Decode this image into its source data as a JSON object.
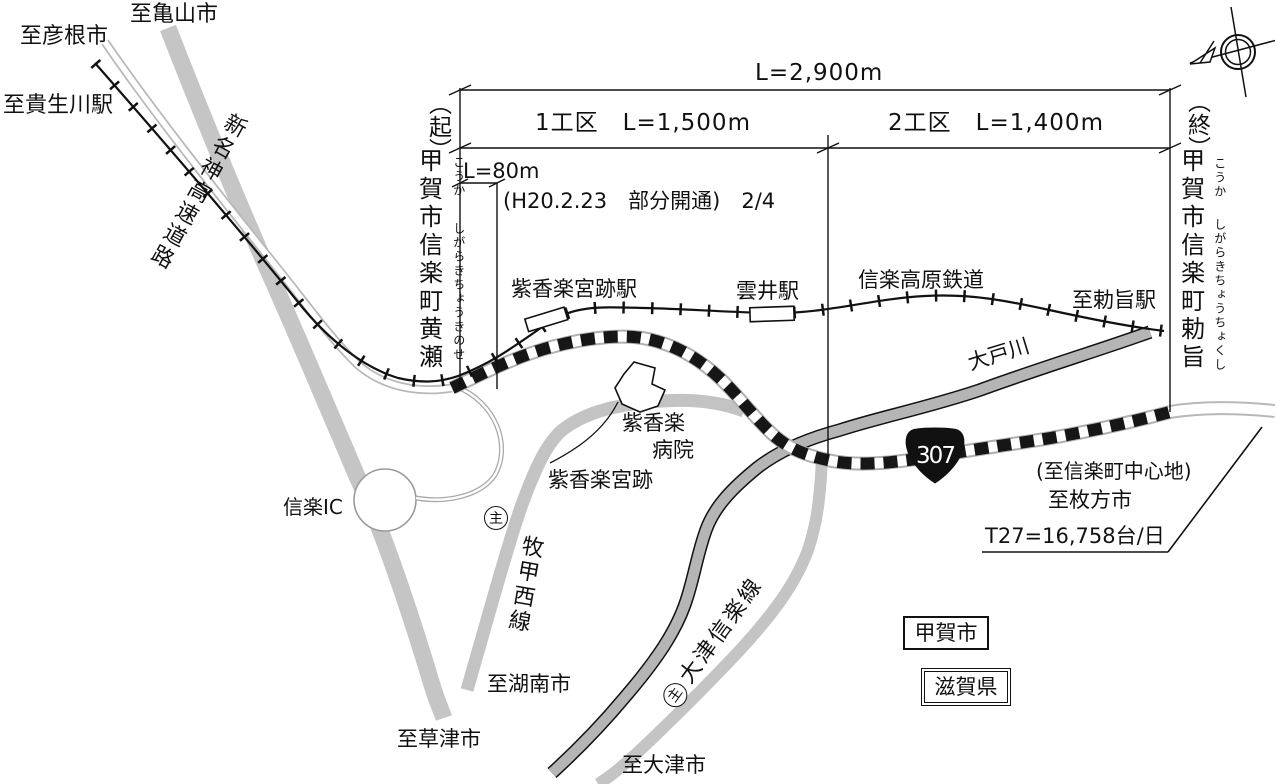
{
  "map": {
    "dimensions": {
      "total": "L=2,900m",
      "section1": "1工区　L=1,500m",
      "section2": "2工区　L=1,400m",
      "partial": "L=80m",
      "partial_note": "(H20.2.23　部分開通)　2/4"
    },
    "endpoints": {
      "start": {
        "marker": "（起）",
        "name": "甲賀市信楽町黄瀬",
        "furigana_city": "こうか",
        "furigana_town": "しがらきちょうきのせ"
      },
      "end": {
        "marker": "（終）",
        "name": "甲賀市信楽町勅旨",
        "furigana_city": "こうか",
        "furigana_town": "しがらきちょうちょくし"
      }
    },
    "railway": {
      "name": "信楽高原鉄道",
      "station_shigarakigushi": "紫香楽宮跡駅",
      "station_kumoi": "雲井駅",
      "to_chokushi": "至勅旨駅",
      "to_kibukawa": "至貴生川駅"
    },
    "roads": {
      "expressway": "新名神高速道路",
      "route_number": "307",
      "ic": "信楽IC",
      "makikosei_prefix": "主",
      "makikosei": "牧甲西線",
      "otsushigaraki_prefix": "主",
      "otsushigaraki": "大津信楽線"
    },
    "destinations": {
      "hikone": "至彦根市",
      "kameyama": "至亀山市",
      "kusatsu": "至草津市",
      "konan": "至湖南市",
      "otsu": "至大津市",
      "hirakata": "至枚方市",
      "shigaraki_center": "(至信楽町中心地)"
    },
    "river": {
      "name": "大戸川"
    },
    "facilities": {
      "hospital_line1": "紫香楽",
      "hospital_line2": "病院",
      "ruins": "紫香楽宮跡"
    },
    "admin": {
      "city": "甲賀市",
      "prefecture": "滋賀県"
    },
    "traffic": {
      "volume": "T27=16,758台/日"
    }
  }
}
